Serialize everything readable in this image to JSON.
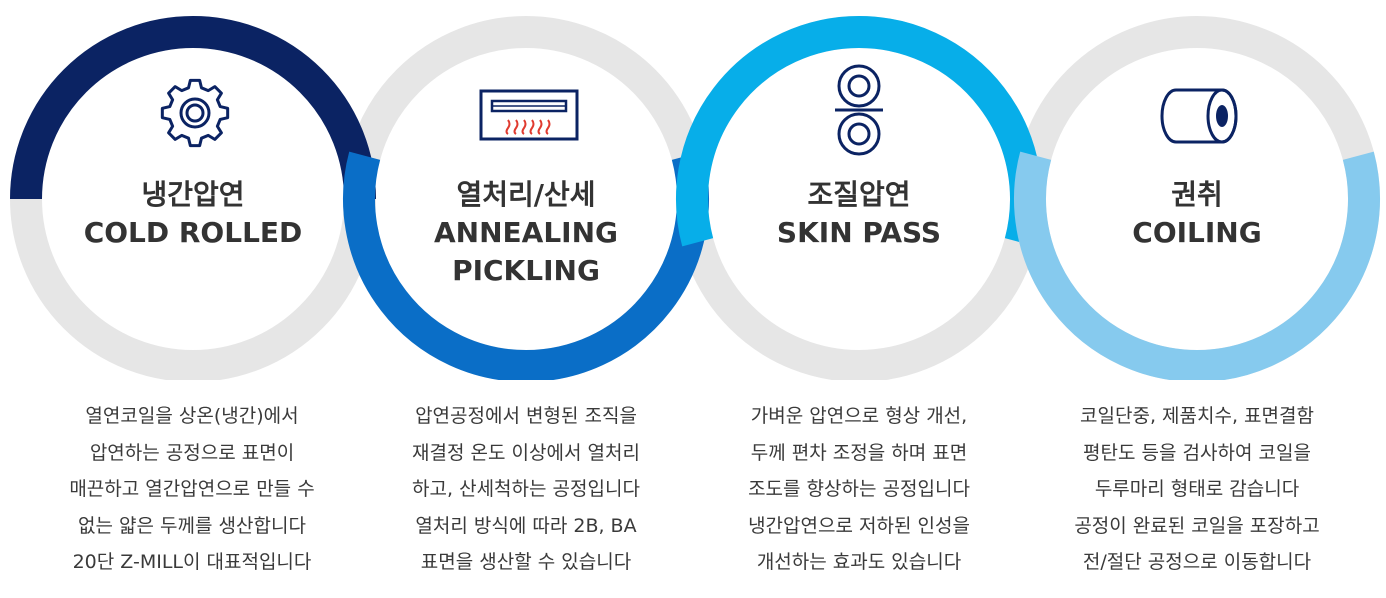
{
  "colors": {
    "track": "#e6e6e6",
    "stage1": "#0b2363",
    "stage2": "#0a6ec7",
    "stage3": "#07aee9",
    "stage4": "#86caee",
    "icon": "#0b2363",
    "icon_heat": "#e03a2f"
  },
  "stages": [
    {
      "title_ko": "냉간압연",
      "title_en": "COLD ROLLED",
      "title_en2": "",
      "icon": "gear-icon",
      "desc": [
        "열연코일을 상온(냉간)에서",
        "압연하는 공정으로 표면이",
        "매끈하고 열간압연으로 만들 수",
        "없는 얇은 두께를 생산합니다",
        "20단 Z-MILL이 대표적입니다"
      ]
    },
    {
      "title_ko": "열처리/산세",
      "title_en": "ANNEALING",
      "title_en2": "PICKLING",
      "icon": "furnace-icon",
      "desc": [
        "압연공정에서 변형된 조직을",
        "재결정 온도 이상에서 열처리",
        "하고, 산세척하는 공정입니다",
        "열처리 방식에 따라 2B, BA",
        "표면을 생산할 수 있습니다"
      ]
    },
    {
      "title_ko": "조질압연",
      "title_en": "SKIN PASS",
      "title_en2": "",
      "icon": "rollers-icon",
      "desc": [
        "가벼운 압연으로 형상 개선,",
        "두께 편차 조정을 하며 표면",
        "조도를 향상하는 공정입니다",
        "냉간압연으로 저하된 인성을",
        "개선하는 효과도 있습니다"
      ]
    },
    {
      "title_ko": "권취",
      "title_en": "COILING",
      "title_en2": "",
      "icon": "coil-icon",
      "desc": [
        "코일단중, 제품치수, 표면결함",
        "평탄도 등을 검사하여 코일을",
        "두루마리 형태로 감습니다",
        "공정이 완료된 코일을 포장하고",
        "전/절단 공정으로 이동합니다"
      ]
    }
  ]
}
